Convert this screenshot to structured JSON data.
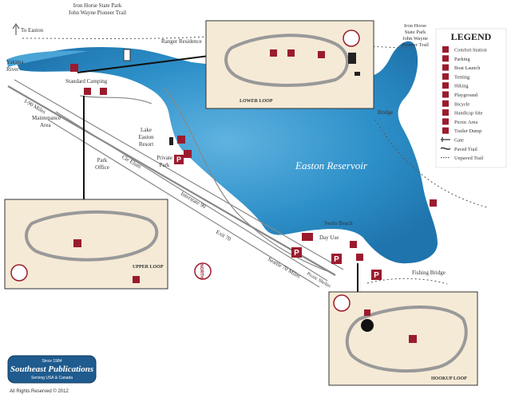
{
  "map": {
    "lake_name": "Easton Reservoir",
    "colors": {
      "water": "#2d8fc8",
      "water_light": "#5fb3e0",
      "inset_fill": "#f5ead6",
      "icon": "#9b1b2e",
      "land": "#ffffff"
    }
  },
  "places": {
    "iron_horse_top": [
      "Iron Horse State Park",
      "John Wayne Pioneer Trail"
    ],
    "iron_horse_right": [
      "Iron Horse",
      "State Park",
      "John Wayne",
      "Pioneer Trail"
    ],
    "to_easton": "To Easton",
    "ranger_residence": "Ranger Residence",
    "yakima_river": [
      "Yakima",
      "River"
    ],
    "standard_camping": "Standard Camping",
    "maintenance_area": [
      "Maintenance",
      "Area"
    ],
    "lake_easton_resort": [
      "Lake",
      "Easton",
      "Resort"
    ],
    "private_park": [
      "Private",
      "Park"
    ],
    "park_office": [
      "Park",
      "Office"
    ],
    "ci_elum": "Cle Elum",
    "i90_west": "I-90 Miles",
    "interstate_90": "Interstate 90",
    "exit_70": "Exit 70",
    "seattle_70": "Seattle 70 Miles",
    "swim_beach": "Swim Beach",
    "day_use": "Day Use",
    "picnic_shelter": "Picnic Shelter",
    "fishing_bridge": "Fishing Bridge",
    "bridge": "Bridge",
    "north": "NORTH"
  },
  "insets": {
    "lower_loop": "LOWER LOOP",
    "upper_loop": "UPPER LOOP",
    "hookup_loop": "HOOKUP LOOP"
  },
  "legend": {
    "title": "LEGEND",
    "items": [
      {
        "label": "Comfort Station",
        "icon": "restroom-icon"
      },
      {
        "label": "Parking",
        "icon": "parking-icon"
      },
      {
        "label": "Boat Launch",
        "icon": "boat-launch-icon"
      },
      {
        "label": "Tenting",
        "icon": "tent-icon"
      },
      {
        "label": "Hiking",
        "icon": "hiking-icon"
      },
      {
        "label": "Playground",
        "icon": "playground-icon"
      },
      {
        "label": "Bicycle",
        "icon": "bicycle-icon"
      },
      {
        "label": "Handicap Site",
        "icon": "handicap-icon"
      },
      {
        "label": "Picnic Area",
        "icon": "picnic-icon"
      },
      {
        "label": "Trailer Dump",
        "icon": "trailer-dump-icon"
      },
      {
        "label": "Gate",
        "icon": "gate-icon"
      },
      {
        "label": "Paved Trail",
        "icon": "paved-trail-icon"
      },
      {
        "label": "Unpaved Trail",
        "icon": "unpaved-trail-icon"
      }
    ]
  },
  "publisher": {
    "name": "Southeast Publications",
    "since": "Since 1984",
    "tagline": "Serving USA & Canada",
    "copyright": "All Rights Reserved © 2012"
  }
}
